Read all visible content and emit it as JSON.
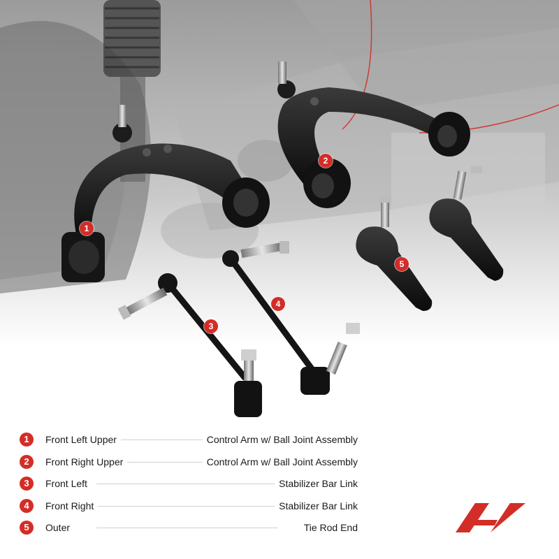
{
  "brand": {
    "accent_color": "#d32d27",
    "logo": "A-Premium logo"
  },
  "scene": {
    "description_icon": "vehicle-suspension-background-photo",
    "parts": [
      {
        "id": "1",
        "name": "front-left-upper-control-arm"
      },
      {
        "id": "2",
        "name": "front-right-upper-control-arm"
      },
      {
        "id": "3",
        "name": "front-left-stabilizer-bar-link"
      },
      {
        "id": "4",
        "name": "front-right-stabilizer-bar-link"
      },
      {
        "id": "5",
        "name": "outer-tie-rod-ends"
      }
    ]
  },
  "legend": [
    {
      "num": "1",
      "left": "Front Left Upper",
      "right": "Control Arm w/ Ball Joint Assembly"
    },
    {
      "num": "2",
      "left": "Front Right Upper",
      "right": "Control Arm w/ Ball Joint Assembly"
    },
    {
      "num": "3",
      "left": "Front Left",
      "right": "Stabilizer Bar Link"
    },
    {
      "num": "4",
      "left": "Front Right",
      "right": "Stabilizer Bar Link"
    },
    {
      "num": "5",
      "left": "Outer",
      "right": "Tie Rod End"
    }
  ]
}
